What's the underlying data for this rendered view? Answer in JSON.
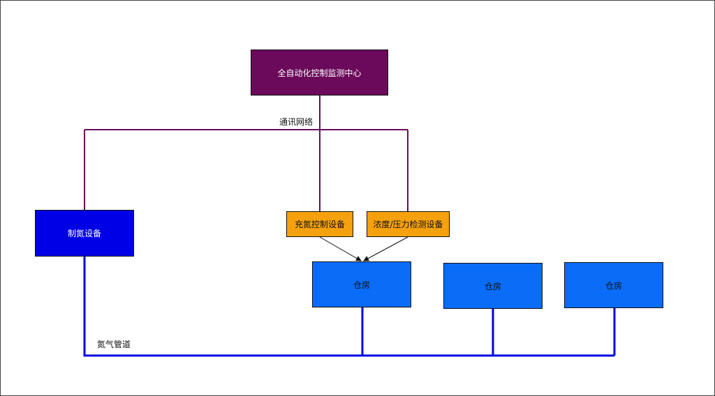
{
  "colors": {
    "control_center": "#6b0a5b",
    "network_line": "#6b0a5b",
    "nitrogen_maker": "#0000e6",
    "pipe_line": "#0000e6",
    "devices": "#f5a10d",
    "warehouse": "#0a6cf7",
    "arrow": "#111111"
  },
  "nodes": {
    "control_center": "全自动化控制监测中心",
    "nitrogen_maker": "制氮设备",
    "fill_control": "充氮控制设备",
    "pressure_detect": "浓度/压力检测设备",
    "warehouse_1": "仓房",
    "warehouse_2": "仓房",
    "warehouse_3": "仓房"
  },
  "labels": {
    "network": "通讯网络",
    "pipe": "氮气管道"
  }
}
